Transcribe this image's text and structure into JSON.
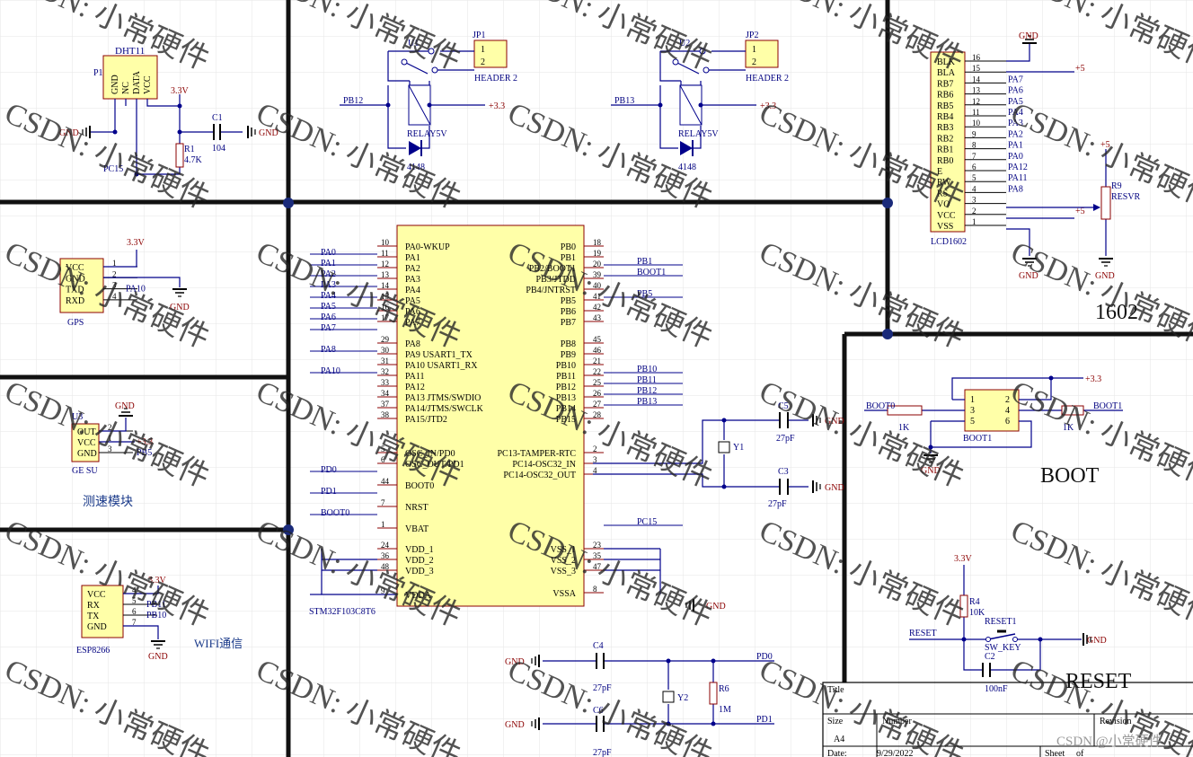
{
  "dht11": {
    "designator": "P1",
    "part": "DHT11",
    "pins": [
      "GND",
      "NC",
      "DATA",
      "VCC"
    ],
    "gnd": "GND",
    "v33": "3.3V",
    "c1": "C1",
    "c1_value": "104",
    "r1": "R1",
    "r1_value": "4.7K",
    "net": "PC15"
  },
  "relay1": {
    "u": "U1",
    "jp": "JP1",
    "jp_pins": [
      "1",
      "2"
    ],
    "header": "HEADER 2",
    "net": "PB12",
    "supply": "+3.3",
    "coil": "RELAY5V",
    "diode": "4148"
  },
  "relay2": {
    "u": "U2",
    "jp": "JP2",
    "jp_pins": [
      "1",
      "2"
    ],
    "header": "HEADER 2",
    "net": "PB13",
    "supply": "+3.3",
    "coil": "RELAY5V",
    "diode": "4148"
  },
  "lcd": {
    "gnd_top": "GND",
    "pins": [
      {
        "name": "BLK",
        "num": "16",
        "net": ""
      },
      {
        "name": "BLA",
        "num": "15",
        "net": "+5"
      },
      {
        "name": "RB7",
        "num": "14",
        "net": "PA7"
      },
      {
        "name": "RB6",
        "num": "13",
        "net": "PA6"
      },
      {
        "name": "RB5",
        "num": "12",
        "net": "PA5"
      },
      {
        "name": "RB4",
        "num": "11",
        "net": "PA4"
      },
      {
        "name": "RB3",
        "num": "10",
        "net": "PA3"
      },
      {
        "name": "RB2",
        "num": "9",
        "net": "PA2"
      },
      {
        "name": "RB1",
        "num": "8",
        "net": "PA1"
      },
      {
        "name": "RB0",
        "num": "7",
        "net": "PA0"
      },
      {
        "name": "E",
        "num": "6",
        "net": "PA12"
      },
      {
        "name": "RW",
        "num": "5",
        "net": "PA11"
      },
      {
        "name": "RS",
        "num": "4",
        "net": "PA8"
      },
      {
        "name": "VO",
        "num": "3",
        "net": ""
      },
      {
        "name": "VCC",
        "num": "2",
        "net": "+5"
      },
      {
        "name": "VSS",
        "num": "1",
        "net": ""
      }
    ],
    "part": "LCD1602",
    "gnd1": "GND",
    "pot_supply": "+5",
    "pot": "R9",
    "pot_value": "RESVR",
    "gnd2": "GND",
    "title": "1602"
  },
  "gps": {
    "v33": "3.3V",
    "pins": [
      {
        "name": "VCC",
        "num": "1",
        "net": ""
      },
      {
        "name": "GND",
        "num": "2",
        "net": ""
      },
      {
        "name": "TXD",
        "num": "3",
        "net": "PA10"
      },
      {
        "name": "RXD",
        "num": "4",
        "net": ""
      }
    ],
    "gnd": "GND",
    "label": "GPS"
  },
  "speed": {
    "u": "U3",
    "gnd": "GND",
    "pins": [
      {
        "name": "OUT",
        "num": "2",
        "net": ""
      },
      {
        "name": "VCC",
        "num": "1",
        "net": "+3.3"
      },
      {
        "name": "GND",
        "num": "3",
        "net": "PB5"
      }
    ],
    "label": "GE SU",
    "title": "测速模块"
  },
  "wifi": {
    "v33": "3.3V",
    "pins": [
      {
        "name": "VCC",
        "num": "4",
        "net": ""
      },
      {
        "name": "RX",
        "num": "5",
        "net": "PB11"
      },
      {
        "name": "TX",
        "num": "6",
        "net": "PB10"
      },
      {
        "name": "GND",
        "num": "7",
        "net": ""
      }
    ],
    "gnd": "GND",
    "label": "ESP8266",
    "title": "WIFI通信"
  },
  "mcu": {
    "part": "STM32F103C8T6",
    "left_pins": [
      {
        "num": "10",
        "name": "PA0-WKUP",
        "net": "PA0"
      },
      {
        "num": "11",
        "name": "PA1",
        "net": "PA1"
      },
      {
        "num": "12",
        "name": "PA2",
        "net": "PA2"
      },
      {
        "num": "13",
        "name": "PA3",
        "net": "PA3"
      },
      {
        "num": "14",
        "name": "PA4",
        "net": "PA4"
      },
      {
        "num": "15",
        "name": "PA5",
        "net": "PA5"
      },
      {
        "num": "16",
        "name": "PA6",
        "net": "PA6"
      },
      {
        "num": "17",
        "name": "PA7",
        "net": "PA7"
      },
      {
        "num": "29",
        "name": "PA8",
        "net": "PA8"
      },
      {
        "num": "30",
        "name": "PA9 USART1_TX",
        "net": ""
      },
      {
        "num": "31",
        "name": "PA10 USART1_RX",
        "net": "PA10"
      },
      {
        "num": "32",
        "name": "PA11",
        "net": ""
      },
      {
        "num": "33",
        "name": "PA12",
        "net": ""
      },
      {
        "num": "34",
        "name": "PA13 JTMS/SWDIO",
        "net": ""
      },
      {
        "num": "37",
        "name": "PA14/JTMS/SWCLK",
        "net": ""
      },
      {
        "num": "38",
        "name": "PA15/JTD2",
        "net": ""
      },
      {
        "num": "5",
        "name": "OSC_IN/PD0",
        "net": ""
      },
      {
        "num": "6",
        "name": "OSC_OUT/PD1",
        "net": "PD0"
      },
      {
        "num": "44",
        "name": "BOOT0",
        "net": "PD1"
      },
      {
        "num": "7",
        "name": "NRST",
        "net": "BOOT0"
      },
      {
        "num": "1",
        "name": "VBAT",
        "net": ""
      },
      {
        "num": "24",
        "name": "VDD_1",
        "net": ""
      },
      {
        "num": "36",
        "name": "VDD_2",
        "net": ""
      },
      {
        "num": "48",
        "name": "VDD_3",
        "net": ""
      },
      {
        "num": "9",
        "name": "VDDA",
        "net": ""
      }
    ],
    "right_pins": [
      {
        "num": "18",
        "name": "PB0",
        "net": ""
      },
      {
        "num": "19",
        "name": "PB1",
        "net": "PB1"
      },
      {
        "num": "20",
        "name": "PB2/BOOT1",
        "net": "BOOT1"
      },
      {
        "num": "39",
        "name": "PB3/JTDD",
        "net": ""
      },
      {
        "num": "40",
        "name": "PB4/JNTRST",
        "net": "PB5"
      },
      {
        "num": "41",
        "name": "PB5",
        "net": ""
      },
      {
        "num": "42",
        "name": "PB6",
        "net": ""
      },
      {
        "num": "43",
        "name": "PB7",
        "net": ""
      },
      {
        "num": "45",
        "name": "PB8",
        "net": ""
      },
      {
        "num": "46",
        "name": "PB9",
        "net": ""
      },
      {
        "num": "21",
        "name": "PB10",
        "net": "PB10"
      },
      {
        "num": "22",
        "name": "PB11",
        "net": "PB11"
      },
      {
        "num": "25",
        "name": "PB12",
        "net": "PB12"
      },
      {
        "num": "26",
        "name": "PB13",
        "net": "PB13"
      },
      {
        "num": "27",
        "name": "PB14",
        "net": ""
      },
      {
        "num": "28",
        "name": "PB15",
        "net": ""
      },
      {
        "num": "2",
        "name": "PC13-TAMPER-RTC",
        "net": ""
      },
      {
        "num": "3",
        "name": "PC14-OSC32_IN",
        "net": ""
      },
      {
        "num": "4",
        "name": "PC14-OSC32_OUT",
        "net": ""
      },
      {
        "num": "",
        "name": "",
        "net": "PC15"
      },
      {
        "num": "23",
        "name": "VSS_1",
        "net": ""
      },
      {
        "num": "35",
        "name": "VSS_2",
        "net": ""
      },
      {
        "num": "47",
        "name": "VSS_3",
        "net": ""
      },
      {
        "num": "8",
        "name": "VSSA",
        "net": "GND"
      }
    ]
  },
  "xtal32": {
    "c5": "C5",
    "c5_value": "27pF",
    "gnd_a": "GND",
    "y1": "Y1",
    "c3": "C3",
    "c3_value": "27pF",
    "gnd_b": "GND"
  },
  "xtal8": {
    "c4": "C4",
    "c4_value": "27pF",
    "gnd_a": "GND",
    "net_a": "PD0",
    "y2": "Y2",
    "r6": "R6",
    "r6_value": "1M",
    "c6": "C6",
    "c6_value": "27pF",
    "gnd_b": "GND",
    "net_b": "PD1"
  },
  "boot": {
    "v33": "+3.3",
    "net_left": "BOOT0",
    "net_right": "BOOT1",
    "r_left": "1K",
    "r_right": "1K",
    "pins": [
      "1",
      "2",
      "3",
      "4",
      "5",
      "6"
    ],
    "part": "BOOT1",
    "gnd": "GND",
    "title": "BOOT"
  },
  "reset": {
    "v33": "3.3V",
    "r4": "R4",
    "r4_value": "10K",
    "net": "RESET",
    "sw": "RESET1",
    "sw_part": "SW_KEY",
    "gnd": "GND",
    "c2": "C2",
    "c2_value": "100nF",
    "title": "RESET"
  },
  "titleblock": {
    "title_label": "Title",
    "size_label": "Size",
    "number_label": "Number",
    "revision_label": "Revision",
    "size_value": "A4",
    "date_label": "Date:",
    "date_value": "9/29/2022",
    "sheet_label": "Sheet",
    "of_label": "of"
  },
  "watermark": {
    "text": "CSDN: 小常硬件",
    "corner": "CSDN @小常硬件"
  },
  "colors": {
    "wire": "#00008b",
    "net": "#000080",
    "power": "#8b0000",
    "body": "#ffffa8",
    "frame": "#1a1a1a",
    "grid": "#e4e4e4",
    "watermark": "#2a2a2a"
  }
}
